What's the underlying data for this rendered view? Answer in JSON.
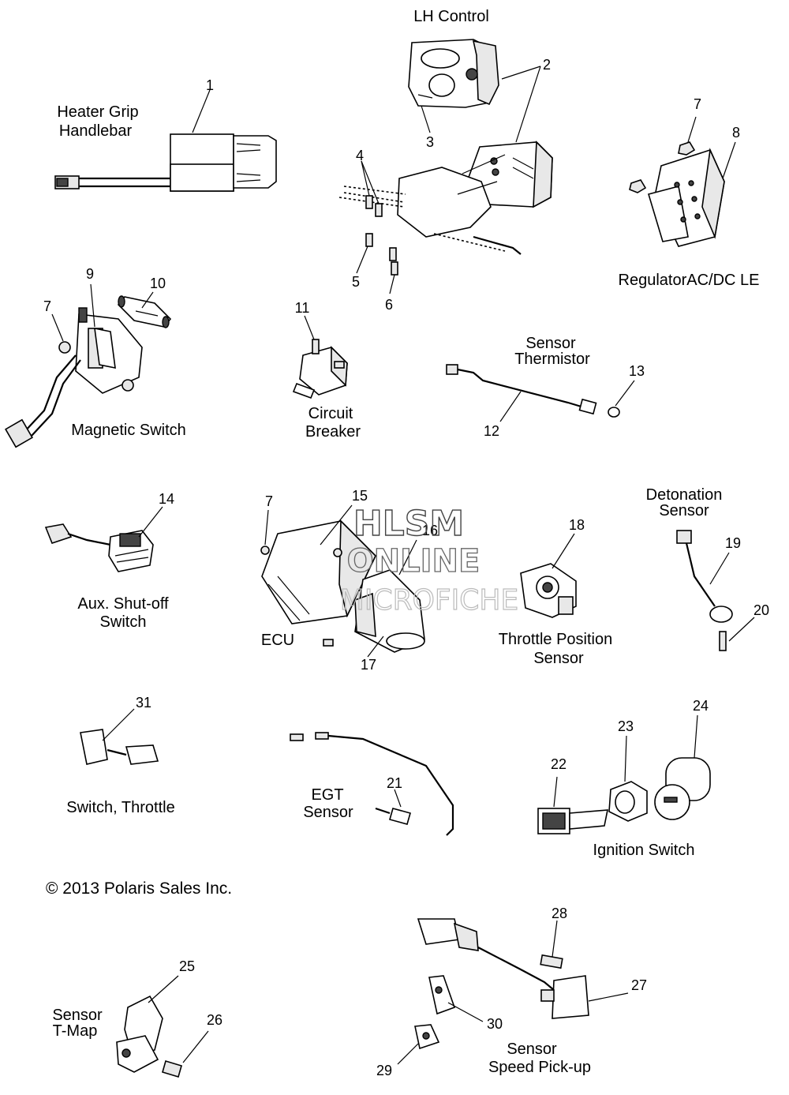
{
  "labels": {
    "lh_control": "LH Control",
    "heater_grip_1": "Heater Grip",
    "heater_grip_2": "Handlebar",
    "regulator": "RegulatorAC/DC LE",
    "magnetic_switch": "Magnetic Switch",
    "circuit_breaker_1": "Circuit",
    "circuit_breaker_2": "Breaker",
    "sensor_thermistor_1": "Sensor",
    "sensor_thermistor_2": "Thermistor",
    "detonation_sensor_1": "Detonation",
    "detonation_sensor_2": "Sensor",
    "aux_shutoff_1": "Aux. Shut-off",
    "aux_shutoff_2": "Switch",
    "ecu": "ECU",
    "tps_1": "Throttle Position",
    "tps_2": "Sensor",
    "switch_throttle": "Switch, Throttle",
    "egt_1": "EGT",
    "egt_2": "Sensor",
    "ignition_switch": "Ignition Switch",
    "copyright": "© 2013 Polaris Sales Inc.",
    "tmap_1": "Sensor",
    "tmap_2": "T-Map",
    "speed_1": "Sensor",
    "speed_2": "Speed Pick-up"
  },
  "callouts": {
    "n1": "1",
    "n2": "2",
    "n3": "3",
    "n4": "4",
    "n5": "5",
    "n6": "6",
    "n7a": "7",
    "n8": "8",
    "n7b": "7",
    "n9": "9",
    "n10": "10",
    "n11": "11",
    "n12": "12",
    "n13": "13",
    "n14": "14",
    "n7c": "7",
    "n15": "15",
    "n16": "16",
    "n17": "17",
    "n18": "18",
    "n19": "19",
    "n20": "20",
    "n31": "31",
    "n21": "21",
    "n22": "22",
    "n23": "23",
    "n24": "24",
    "n28": "28",
    "n25": "25",
    "n26": "26",
    "n27": "27",
    "n30": "30",
    "n29": "29"
  },
  "watermark": {
    "line1": "HLSM",
    "line2": "ONLINE",
    "line3": "MICROFICHE"
  }
}
